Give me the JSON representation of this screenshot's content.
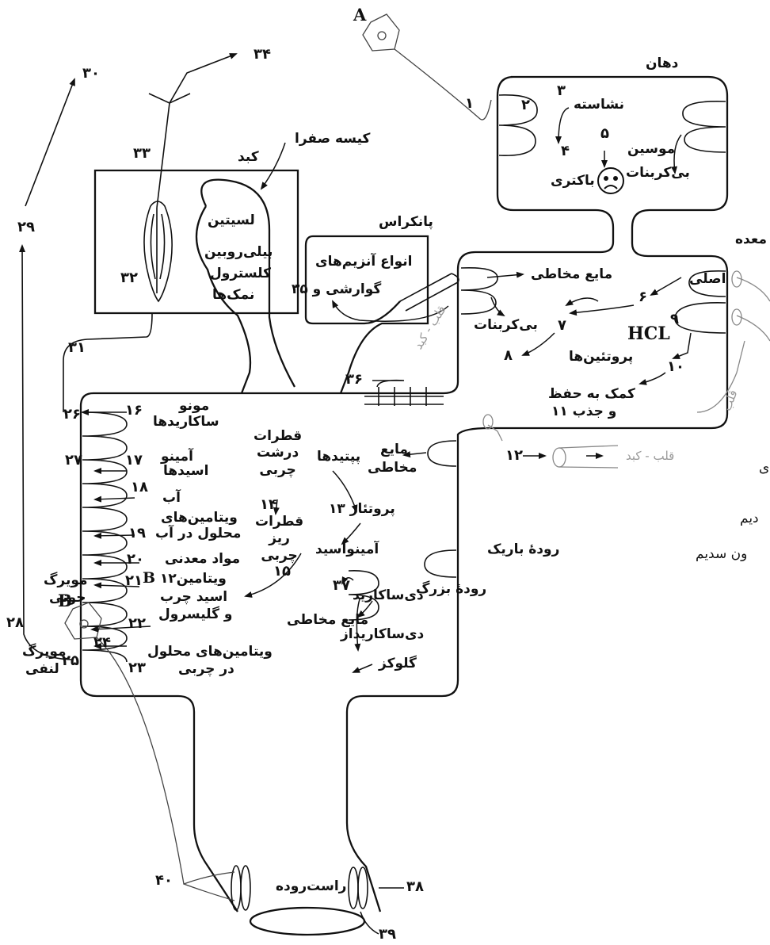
{
  "organs": {
    "mouth": "دهان",
    "stomach": "معده",
    "liver": "کبد",
    "gallbladder": "کیسه صفرا",
    "pancreas": "پانکراس",
    "small_intestine": "رودهٔ باریک",
    "large_intestine": "رودهٔ بزرگ",
    "rectum": "راست‌روده"
  },
  "neurons": {
    "a": "A",
    "b": "B",
    "b2": "B"
  },
  "mouth": {
    "starch": "نشاسته",
    "bacteria": "باکتری",
    "mucin": "موسین",
    "bicarbonate": "بی‌کربنات"
  },
  "stomach": {
    "mucus": "مایع مخاطی",
    "bicarbonate": "بی‌کربنات",
    "chief": "اصلی",
    "hcl": "HCL",
    "proteins": "پروتئین‌ها",
    "help": "کمک به حفظ",
    "help2": "و جذب ۱۱"
  },
  "pancreas": {
    "enzymes1": "انواع آنزیم‌های",
    "enzymes2": "گوارشی و ۳۵"
  },
  "bile": {
    "l1": "لسیتین",
    "l2": "بیلی‌روبین",
    "l3": "کلسترول",
    "l4": "نمک‌ها"
  },
  "absorb": {
    "mono1": "مونو",
    "mono2": "ساکاریدها",
    "amino1": "آمینو",
    "amino2": "اسیدها",
    "water": "آب",
    "vit1": "ویتامین‌های",
    "vit2": "محلول در آب",
    "minerals": "مواد معدنی",
    "b12": "ویتامین۱۲",
    "fa1": "اسید چرب",
    "fa2": "و گلیسرول",
    "fatvit1": "ویتامین‌های محلول",
    "fatvit2": "در چربی",
    "blood1": "مویرگ",
    "blood2": "خونی",
    "lymph1": "مویرگ",
    "lymph2": "لنفی"
  },
  "fat": {
    "large1": "قطرات",
    "large2": "درشت",
    "large3": "چربی",
    "small1": "قطرات",
    "small2": "ریز",
    "small3": "چربی"
  },
  "protein": {
    "mucus1": "مایع",
    "mucus2": "مخاطی",
    "peptides": "پپتیدها",
    "protease": "پروتئاز ۱۳",
    "aminoacid": "آمینواسید"
  },
  "carb": {
    "disaccharide": "دی‌ساکارید",
    "disaccharidase": "دی‌ساکاریداز",
    "glucose": "گلوکز"
  },
  "colon": {
    "mucus": "مایع مخاطی"
  },
  "faded": {
    "heart_liver1": "قلب - کبد",
    "heart_liver2": "قلب - کبد",
    "heart3": "قلب",
    "right_cut1": "ی",
    "right_cut2": "دیم",
    "right_cut3": "ون سدیم"
  },
  "numbers": {
    "n1": "۱",
    "n2": "۲",
    "n3": "۳",
    "n4": "۴",
    "n5": "۵",
    "n6": "۶",
    "n7": "۷",
    "n8": "۸",
    "n9": "۹",
    "n10": "۱۰",
    "n12": "۱۲",
    "n14": "۱۴",
    "n15": "۱۵",
    "n16": "۱۶",
    "n17": "۱۷",
    "n18": "۱۸",
    "n19": "۱۹",
    "n20": "۲۰",
    "n21": "۲۱",
    "n22": "۲۲",
    "n23": "۲۳",
    "n24": "۲۴",
    "n25": "۲۵",
    "n26": "۲۶",
    "n27": "۲۷",
    "n28": "۲۸",
    "n29": "۲۹",
    "n30": "۳۰",
    "n31": "۳۱",
    "n32": "۳۲",
    "n33": "۳۳",
    "n34": "۳۴",
    "n36": "۳۶",
    "n37": "۳۷",
    "n38": "۳۸",
    "n39": "۳۹",
    "n40": "۴۰"
  }
}
